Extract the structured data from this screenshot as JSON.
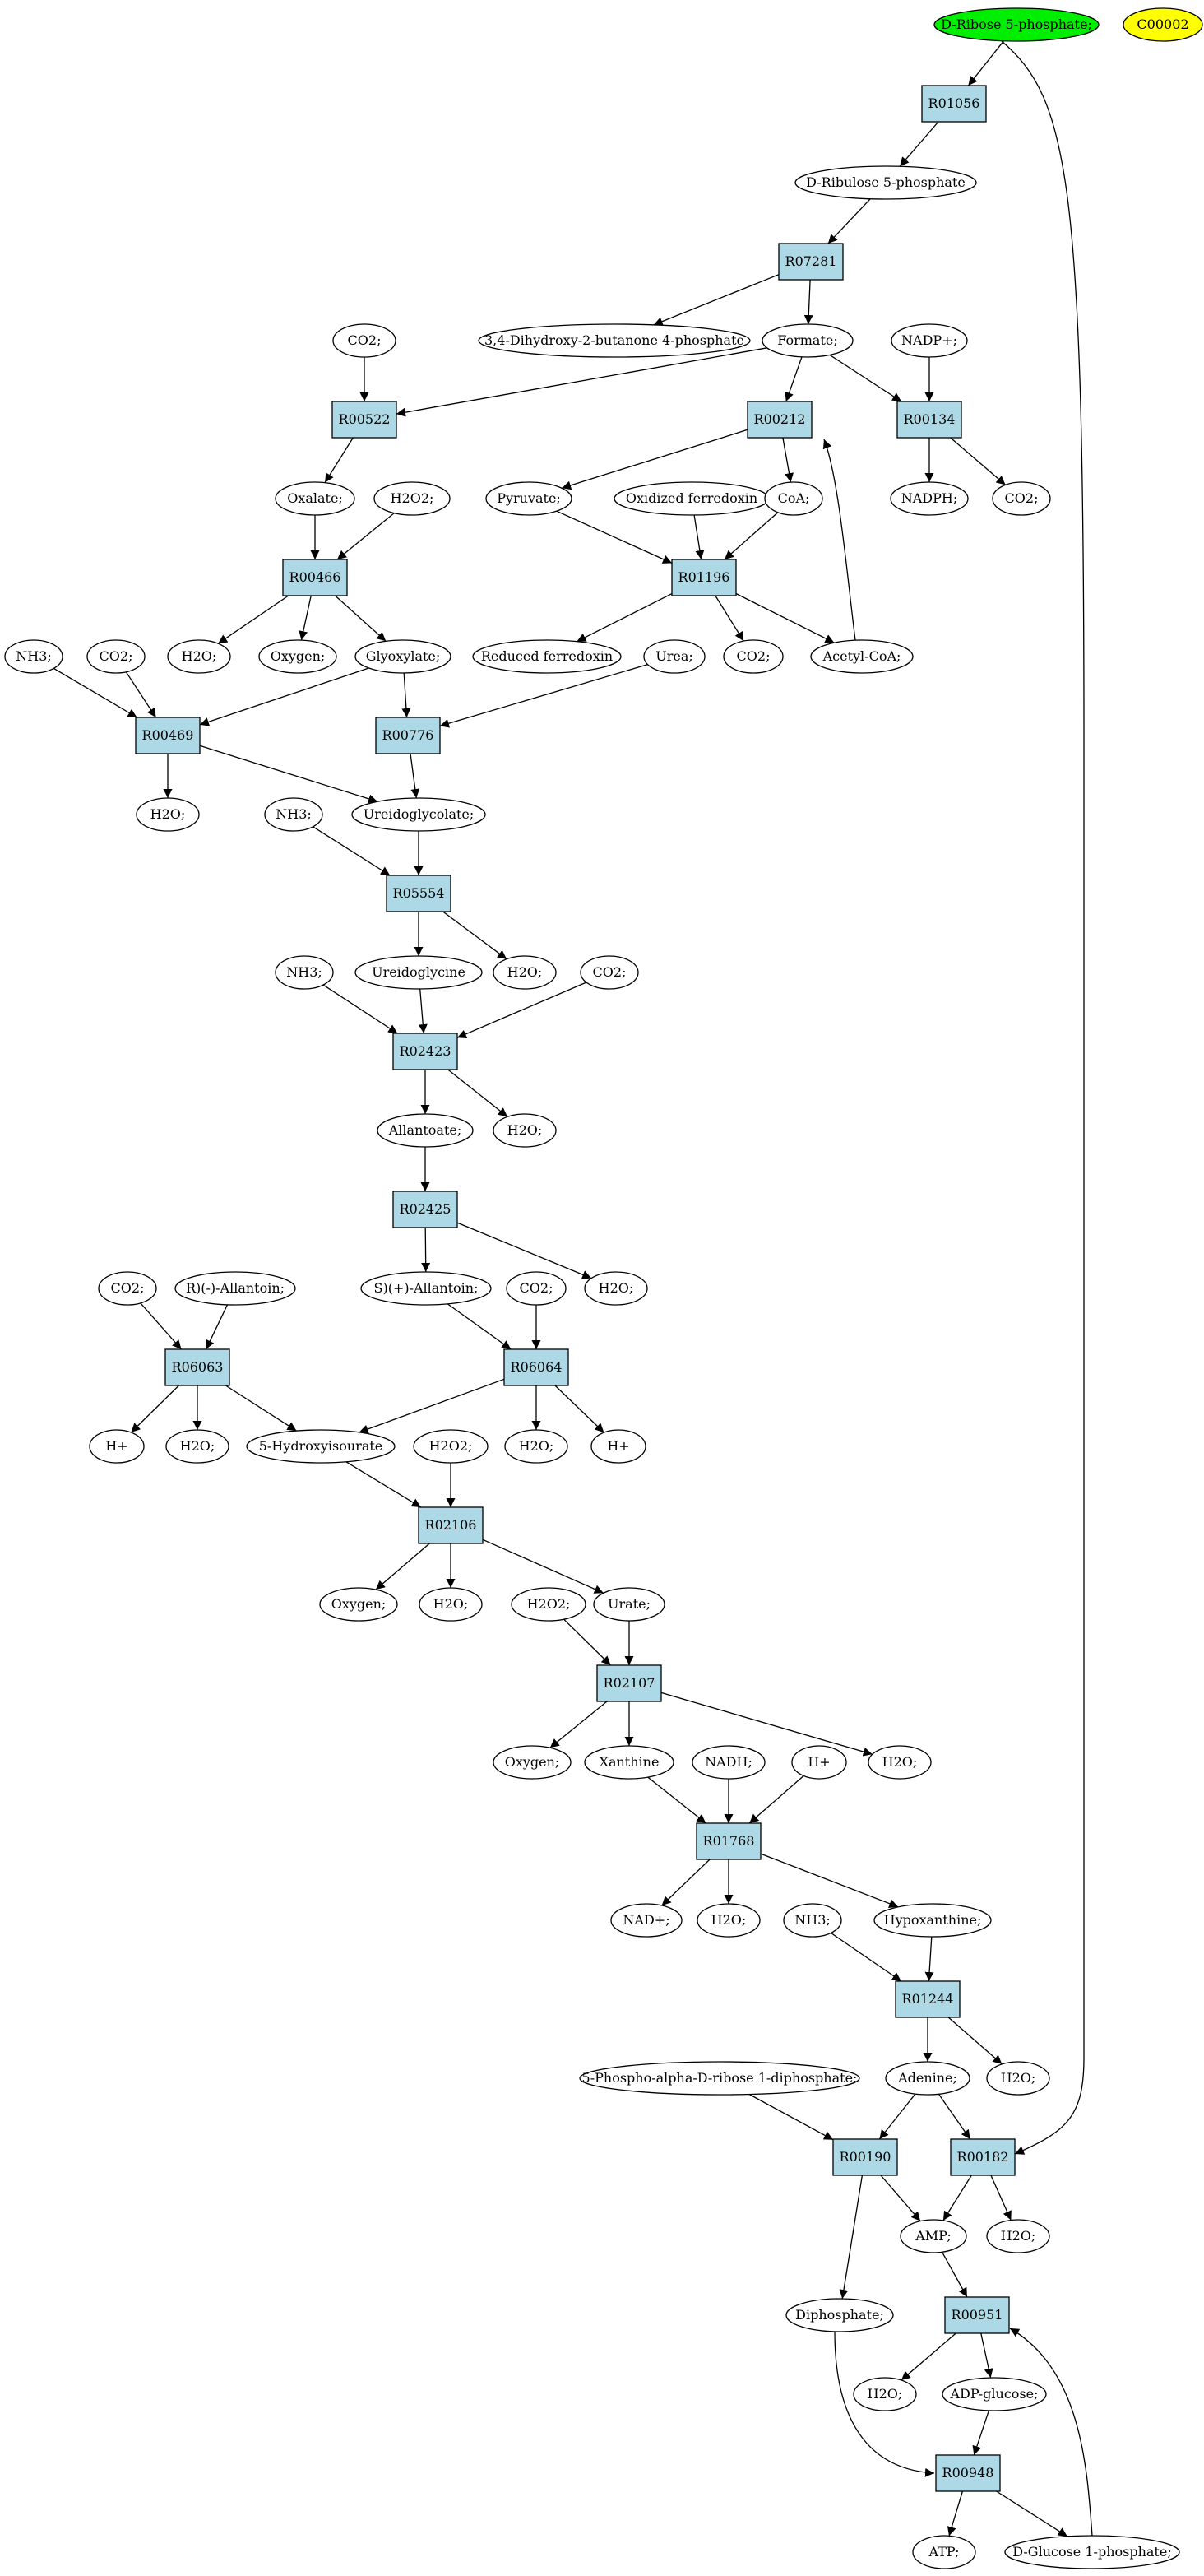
{
  "colors": {
    "reaction_fill": "#add8e6",
    "compound_fill": "#ffffff",
    "start_fill": "#00ee00",
    "marker_fill": "#ffff00",
    "stroke": "#000000"
  },
  "nodes": [
    {
      "id": "drib5p",
      "label": "D-Ribose 5-phosphate;",
      "kind": "start"
    },
    {
      "id": "c00002",
      "label": "C00002",
      "kind": "marker"
    },
    {
      "id": "R01056",
      "label": "R01056",
      "kind": "reaction"
    },
    {
      "id": "drul5p",
      "label": "D-Ribulose 5-phosphate",
      "kind": "compound"
    },
    {
      "id": "R07281",
      "label": "R07281",
      "kind": "reaction"
    },
    {
      "id": "dhb4p",
      "label": "3,4-Dihydroxy-2-butanone 4-phosphate",
      "kind": "compound"
    },
    {
      "id": "formate",
      "label": "Formate;",
      "kind": "compound"
    },
    {
      "id": "co2_a",
      "label": "CO2;",
      "kind": "compound"
    },
    {
      "id": "nadp",
      "label": "NADP+;",
      "kind": "compound"
    },
    {
      "id": "R00522",
      "label": "R00522",
      "kind": "reaction"
    },
    {
      "id": "R00212",
      "label": "R00212",
      "kind": "reaction"
    },
    {
      "id": "R00134",
      "label": "R00134",
      "kind": "reaction"
    },
    {
      "id": "oxalate",
      "label": "Oxalate;",
      "kind": "compound"
    },
    {
      "id": "h2o2_a",
      "label": "H2O2;",
      "kind": "compound"
    },
    {
      "id": "pyruvate",
      "label": "Pyruvate;",
      "kind": "compound"
    },
    {
      "id": "oxfd",
      "label": "Oxidized ferredoxin",
      "kind": "compound"
    },
    {
      "id": "coa",
      "label": "CoA;",
      "kind": "compound"
    },
    {
      "id": "nadph",
      "label": "NADPH;",
      "kind": "compound"
    },
    {
      "id": "co2_b",
      "label": "CO2;",
      "kind": "compound"
    },
    {
      "id": "R00466",
      "label": "R00466",
      "kind": "reaction"
    },
    {
      "id": "R01196",
      "label": "R01196",
      "kind": "reaction"
    },
    {
      "id": "nh3_a",
      "label": "NH3;",
      "kind": "compound"
    },
    {
      "id": "co2_c",
      "label": "CO2;",
      "kind": "compound"
    },
    {
      "id": "h2o_a",
      "label": "H2O;",
      "kind": "compound"
    },
    {
      "id": "oxygen_a",
      "label": "Oxygen;",
      "kind": "compound"
    },
    {
      "id": "glyoxylate",
      "label": "Glyoxylate;",
      "kind": "compound"
    },
    {
      "id": "redfd",
      "label": "Reduced ferredoxin",
      "kind": "compound"
    },
    {
      "id": "urea",
      "label": "Urea;",
      "kind": "compound"
    },
    {
      "id": "co2_d",
      "label": "CO2;",
      "kind": "compound"
    },
    {
      "id": "acetylcoa",
      "label": "Acetyl-CoA;",
      "kind": "compound"
    },
    {
      "id": "R00469",
      "label": "R00469",
      "kind": "reaction"
    },
    {
      "id": "R00776",
      "label": "R00776",
      "kind": "reaction"
    },
    {
      "id": "h2o_b",
      "label": "H2O;",
      "kind": "compound"
    },
    {
      "id": "nh3_b",
      "label": "NH3;",
      "kind": "compound"
    },
    {
      "id": "ureidoglycolate",
      "label": "Ureidoglycolate;",
      "kind": "compound"
    },
    {
      "id": "R05554",
      "label": "R05554",
      "kind": "reaction"
    },
    {
      "id": "nh3_c",
      "label": "NH3;",
      "kind": "compound"
    },
    {
      "id": "ureidoglycine",
      "label": "Ureidoglycine",
      "kind": "compound"
    },
    {
      "id": "h2o_c",
      "label": "H2O;",
      "kind": "compound"
    },
    {
      "id": "co2_e",
      "label": "CO2;",
      "kind": "compound"
    },
    {
      "id": "R02423",
      "label": "R02423",
      "kind": "reaction"
    },
    {
      "id": "allantoate",
      "label": "Allantoate;",
      "kind": "compound"
    },
    {
      "id": "h2o_d",
      "label": "H2O;",
      "kind": "compound"
    },
    {
      "id": "R02425",
      "label": "R02425",
      "kind": "reaction"
    },
    {
      "id": "co2_f",
      "label": "CO2;",
      "kind": "compound"
    },
    {
      "id": "rallantoin",
      "label": "R)(-)-Allantoin;",
      "kind": "compound"
    },
    {
      "id": "sallantoin",
      "label": "S)(+)-Allantoin;",
      "kind": "compound"
    },
    {
      "id": "co2_g",
      "label": "CO2;",
      "kind": "compound"
    },
    {
      "id": "h2o_e",
      "label": "H2O;",
      "kind": "compound"
    },
    {
      "id": "R06063",
      "label": "R06063",
      "kind": "reaction"
    },
    {
      "id": "R06064",
      "label": "R06064",
      "kind": "reaction"
    },
    {
      "id": "hplus_a",
      "label": "H+",
      "kind": "compound"
    },
    {
      "id": "h2o_f",
      "label": "H2O;",
      "kind": "compound"
    },
    {
      "id": "hiu",
      "label": "5-Hydroxyisourate",
      "kind": "compound"
    },
    {
      "id": "h2o2_b",
      "label": "H2O2;",
      "kind": "compound"
    },
    {
      "id": "h2o_g",
      "label": "H2O;",
      "kind": "compound"
    },
    {
      "id": "hplus_b",
      "label": "H+",
      "kind": "compound"
    },
    {
      "id": "R02106",
      "label": "R02106",
      "kind": "reaction"
    },
    {
      "id": "oxygen_b",
      "label": "Oxygen;",
      "kind": "compound"
    },
    {
      "id": "h2o_h",
      "label": "H2O;",
      "kind": "compound"
    },
    {
      "id": "h2o2_c",
      "label": "H2O2;",
      "kind": "compound"
    },
    {
      "id": "urate",
      "label": "Urate;",
      "kind": "compound"
    },
    {
      "id": "R02107",
      "label": "R02107",
      "kind": "reaction"
    },
    {
      "id": "oxygen_c",
      "label": "Oxygen;",
      "kind": "compound"
    },
    {
      "id": "xanthine",
      "label": "Xanthine",
      "kind": "compound"
    },
    {
      "id": "nadh",
      "label": "NADH;",
      "kind": "compound"
    },
    {
      "id": "hplus_c",
      "label": "H+",
      "kind": "compound"
    },
    {
      "id": "h2o_i",
      "label": "H2O;",
      "kind": "compound"
    },
    {
      "id": "R01768",
      "label": "R01768",
      "kind": "reaction"
    },
    {
      "id": "nadplus",
      "label": "NAD+;",
      "kind": "compound"
    },
    {
      "id": "h2o_j",
      "label": "H2O;",
      "kind": "compound"
    },
    {
      "id": "nh3_d",
      "label": "NH3;",
      "kind": "compound"
    },
    {
      "id": "hypoxanthine",
      "label": "Hypoxanthine;",
      "kind": "compound"
    },
    {
      "id": "R01244",
      "label": "R01244",
      "kind": "reaction"
    },
    {
      "id": "prpp",
      "label": "5-Phospho-alpha-D-ribose 1-diphosphate;",
      "kind": "compound"
    },
    {
      "id": "adenine",
      "label": "Adenine;",
      "kind": "compound"
    },
    {
      "id": "h2o_k",
      "label": "H2O;",
      "kind": "compound"
    },
    {
      "id": "R00190",
      "label": "R00190",
      "kind": "reaction"
    },
    {
      "id": "R00182",
      "label": "R00182",
      "kind": "reaction"
    },
    {
      "id": "amp",
      "label": "AMP;",
      "kind": "compound"
    },
    {
      "id": "h2o_l",
      "label": "H2O;",
      "kind": "compound"
    },
    {
      "id": "diphosphate",
      "label": "Diphosphate;",
      "kind": "compound"
    },
    {
      "id": "R00951",
      "label": "R00951",
      "kind": "reaction"
    },
    {
      "id": "h2o_m",
      "label": "H2O;",
      "kind": "compound"
    },
    {
      "id": "adpglucose",
      "label": "ADP-glucose;",
      "kind": "compound"
    },
    {
      "id": "R00948",
      "label": "R00948",
      "kind": "reaction"
    },
    {
      "id": "atp",
      "label": "ATP;",
      "kind": "compound"
    },
    {
      "id": "dglc1p",
      "label": "D-Glucose 1-phosphate;",
      "kind": "compound"
    }
  ],
  "edges": [
    [
      "drib5p",
      "R01056"
    ],
    [
      "R01056",
      "drul5p"
    ],
    [
      "drul5p",
      "R07281"
    ],
    [
      "R07281",
      "dhb4p"
    ],
    [
      "R07281",
      "formate"
    ],
    [
      "formate",
      "R00522"
    ],
    [
      "formate",
      "R00212"
    ],
    [
      "formate",
      "R00134"
    ],
    [
      "co2_a",
      "R00522"
    ],
    [
      "nadp",
      "R00134"
    ],
    [
      "R00522",
      "oxalate"
    ],
    [
      "R00212",
      "pyruvate"
    ],
    [
      "R00212",
      "coa"
    ],
    [
      "R00134",
      "nadph"
    ],
    [
      "R00134",
      "co2_b"
    ],
    [
      "oxalate",
      "R00466"
    ],
    [
      "h2o2_a",
      "R00466"
    ],
    [
      "pyruvate",
      "R01196"
    ],
    [
      "oxfd",
      "R01196"
    ],
    [
      "coa",
      "R01196"
    ],
    [
      "R00466",
      "h2o_a"
    ],
    [
      "R00466",
      "oxygen_a"
    ],
    [
      "R00466",
      "glyoxylate"
    ],
    [
      "R01196",
      "redfd"
    ],
    [
      "R01196",
      "co2_d"
    ],
    [
      "R01196",
      "acetylcoa"
    ],
    [
      "acetylcoa",
      "R00212"
    ],
    [
      "nh3_a",
      "R00469"
    ],
    [
      "co2_c",
      "R00469"
    ],
    [
      "glyoxylate",
      "R00469"
    ],
    [
      "glyoxylate",
      "R00776"
    ],
    [
      "urea",
      "R00776"
    ],
    [
      "R00469",
      "h2o_b"
    ],
    [
      "R00469",
      "ureidoglycolate"
    ],
    [
      "R00776",
      "ureidoglycolate"
    ],
    [
      "nh3_b",
      "R05554"
    ],
    [
      "ureidoglycolate",
      "R05554"
    ],
    [
      "R05554",
      "ureidoglycine"
    ],
    [
      "R05554",
      "h2o_c"
    ],
    [
      "nh3_c",
      "R02423"
    ],
    [
      "ureidoglycine",
      "R02423"
    ],
    [
      "co2_e",
      "R02423"
    ],
    [
      "R02423",
      "allantoate"
    ],
    [
      "R02423",
      "h2o_d"
    ],
    [
      "allantoate",
      "R02425"
    ],
    [
      "R02425",
      "sallantoin"
    ],
    [
      "R02425",
      "h2o_e"
    ],
    [
      "co2_f",
      "R06063"
    ],
    [
      "rallantoin",
      "R06063"
    ],
    [
      "sallantoin",
      "R06064"
    ],
    [
      "co2_g",
      "R06064"
    ],
    [
      "R06063",
      "hplus_a"
    ],
    [
      "R06063",
      "h2o_f"
    ],
    [
      "R06063",
      "hiu"
    ],
    [
      "R06064",
      "hiu"
    ],
    [
      "R06064",
      "h2o_g"
    ],
    [
      "R06064",
      "hplus_b"
    ],
    [
      "hiu",
      "R02106"
    ],
    [
      "h2o2_b",
      "R02106"
    ],
    [
      "R02106",
      "oxygen_b"
    ],
    [
      "R02106",
      "h2o_h"
    ],
    [
      "R02106",
      "urate"
    ],
    [
      "h2o2_c",
      "R02107"
    ],
    [
      "urate",
      "R02107"
    ],
    [
      "R02107",
      "oxygen_c"
    ],
    [
      "R02107",
      "xanthine"
    ],
    [
      "R02107",
      "h2o_i"
    ],
    [
      "xanthine",
      "R01768"
    ],
    [
      "nadh",
      "R01768"
    ],
    [
      "hplus_c",
      "R01768"
    ],
    [
      "R01768",
      "nadplus"
    ],
    [
      "R01768",
      "h2o_j"
    ],
    [
      "R01768",
      "hypoxanthine"
    ],
    [
      "nh3_d",
      "R01244"
    ],
    [
      "hypoxanthine",
      "R01244"
    ],
    [
      "R01244",
      "adenine"
    ],
    [
      "R01244",
      "h2o_k"
    ],
    [
      "prpp",
      "R00190"
    ],
    [
      "adenine",
      "R00190"
    ],
    [
      "adenine",
      "R00182"
    ],
    [
      "drib5p",
      "R00182"
    ],
    [
      "R00190",
      "amp"
    ],
    [
      "R00190",
      "diphosphate"
    ],
    [
      "R00182",
      "amp"
    ],
    [
      "R00182",
      "h2o_l"
    ],
    [
      "amp",
      "R00951"
    ],
    [
      "R00951",
      "h2o_m"
    ],
    [
      "R00951",
      "adpglucose"
    ],
    [
      "adpglucose",
      "R00948"
    ],
    [
      "diphosphate",
      "R00948"
    ],
    [
      "R00948",
      "atp"
    ],
    [
      "R00948",
      "dglc1p"
    ],
    [
      "dglc1p",
      "R00951"
    ]
  ]
}
